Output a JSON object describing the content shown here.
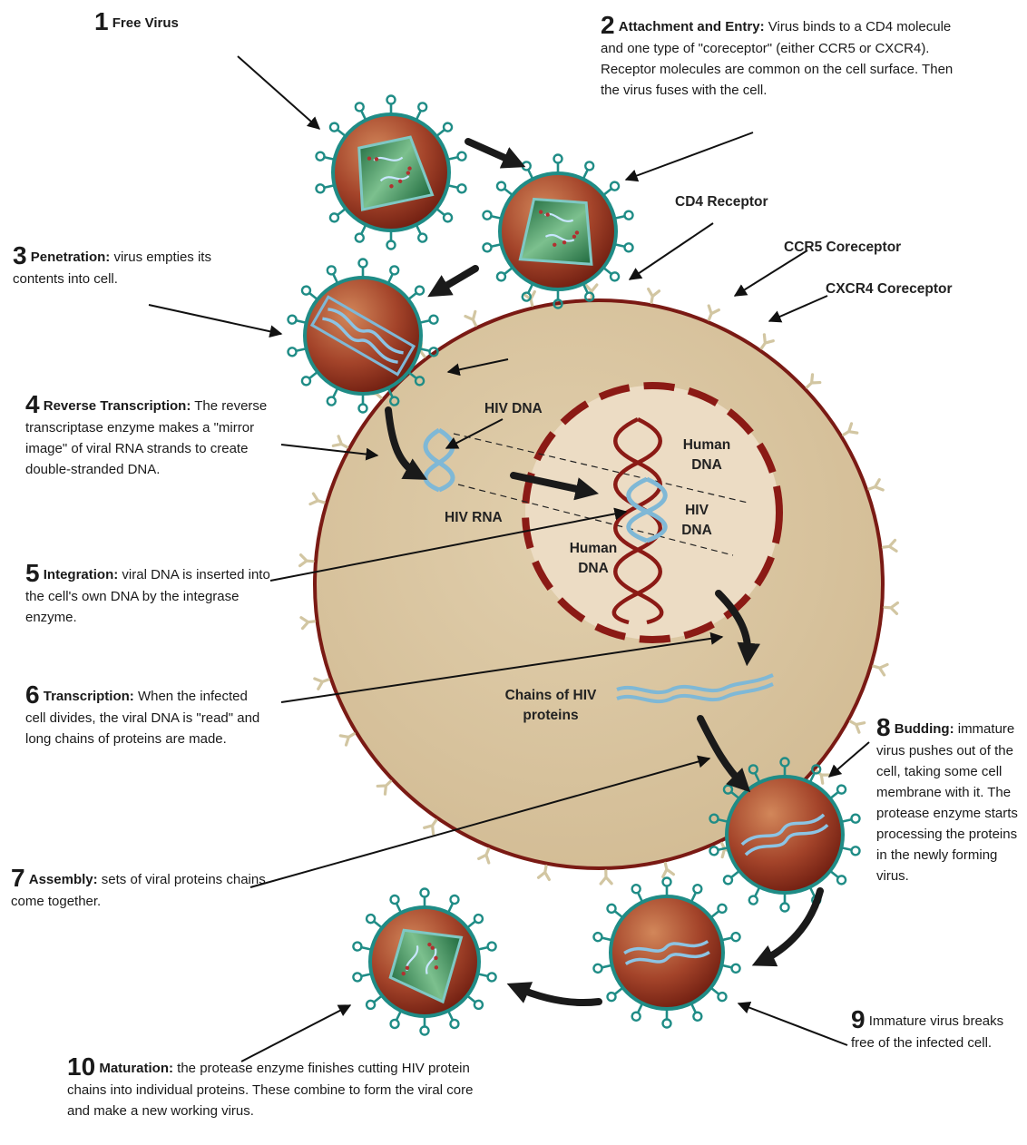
{
  "colors": {
    "cell_fill": "#d8c4a0",
    "cell_border": "#7a1a14",
    "nucleus_fill": "#ecdcc4",
    "nucleus_dash": "#8b1a15",
    "virus_core": "#8a2a12",
    "virus_envelope": "#1f8c86",
    "capsid": "#2d7a4e",
    "rna": "#7fb8d6",
    "human_dna": "#8b1a15",
    "receptor": "#d2c6a2",
    "arrow": "#111111"
  },
  "steps": [
    {
      "num": "1",
      "name": "Free Virus",
      "desc": ""
    },
    {
      "num": "2",
      "name": "Attachment and Entry:",
      "desc": "Virus binds to a CD4 molecule and one type of \"coreceptor\" (either CCR5 or CXCR4). Receptor molecules are common on the cell surface. Then the virus fuses with the cell."
    },
    {
      "num": "3",
      "name": "Penetration:",
      "desc": "virus empties its contents into cell."
    },
    {
      "num": "4",
      "name": "Reverse Transcription:",
      "desc": "The reverse transcriptase enzyme makes a \"mirror image\" of viral RNA strands to create double-stranded DNA."
    },
    {
      "num": "5",
      "name": "Integration:",
      "desc": "viral DNA is inserted into the cell's own DNA by the integrase enzyme."
    },
    {
      "num": "6",
      "name": "Transcription:",
      "desc": "When the infected cell divides, the viral DNA is \"read\" and long chains of proteins are made."
    },
    {
      "num": "7",
      "name": "Assembly:",
      "desc": "sets of viral proteins chains come together."
    },
    {
      "num": "8",
      "name": "Budding:",
      "desc": "immature virus pushes out of the cell, taking some cell membrane with it. The protease enzyme starts processing the proteins in the newly forming virus."
    },
    {
      "num": "9",
      "name": "",
      "desc": "Immature virus breaks free of the infected cell."
    },
    {
      "num": "10",
      "name": "Maturation:",
      "desc": "the protease enzyme finishes cutting HIV protein chains into individual proteins. These combine to form the viral core and make a new working virus."
    }
  ],
  "labels": {
    "cd4_receptor": "CD4 Receptor",
    "ccr5_coreceptor": "CCR5 Coreceptor",
    "cxcr4_coreceptor": "CXCR4 Coreceptor",
    "hiv_dna_cyto": "HIV DNA",
    "hiv_rna": "HIV RNA",
    "human_dna_top_1": "Human",
    "human_dna_top_2": "DNA",
    "hiv_dna_nuc_1": "HIV",
    "hiv_dna_nuc_2": "DNA",
    "human_dna_bottom_1": "Human",
    "human_dna_bottom_2": "DNA",
    "protein_chains_1": "Chains of HIV",
    "protein_chains_2": "proteins"
  }
}
